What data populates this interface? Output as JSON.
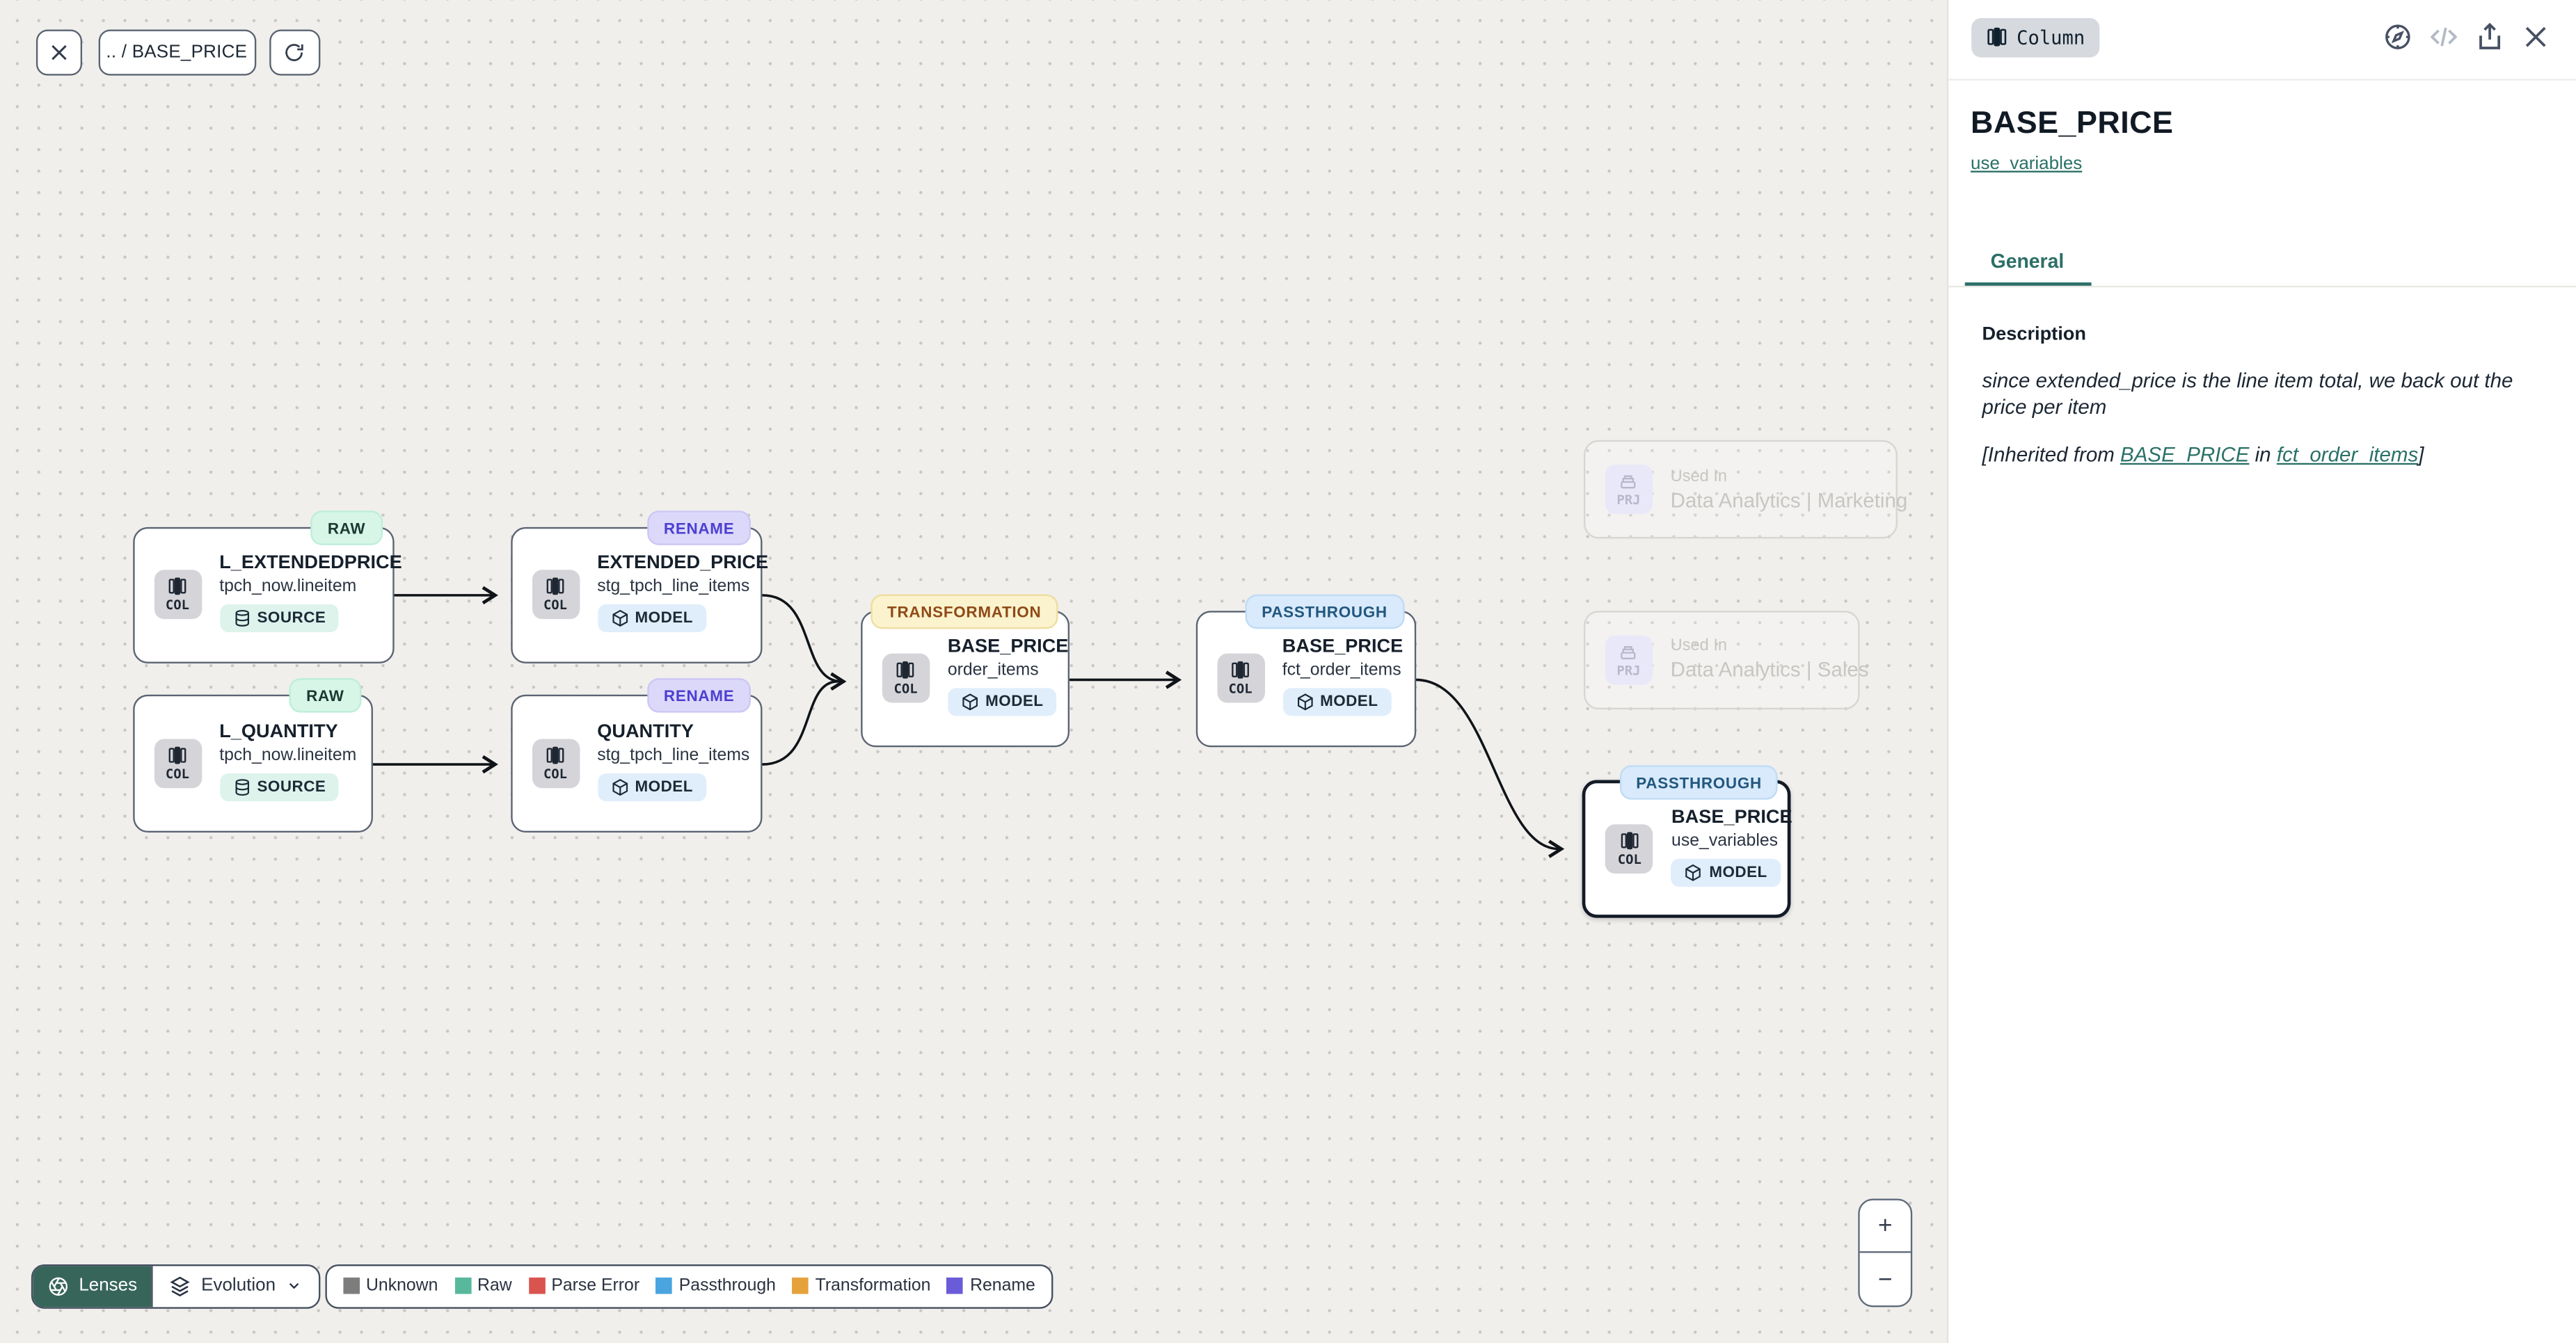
{
  "toolbar": {
    "breadcrumb": ".. / BASE_PRICE"
  },
  "panel": {
    "kind_badge": "Column",
    "title": "BASE_PRICE",
    "subtitle_link": "use_variables",
    "tab_general": "General",
    "description": {
      "label": "Description",
      "text": "since extended_price is the line item total, we back out the price per item",
      "inherited_prefix": "[Inherited from ",
      "inherited_link1": "BASE_PRICE",
      "inherited_mid": " in ",
      "inherited_link2": "fct_order_items",
      "inherited_suffix": "]"
    }
  },
  "nodes": [
    {
      "kind": "COL",
      "tag": "RAW",
      "title": "L_EXTENDEDPRICE",
      "subtitle": "tpch_now.lineitem",
      "badge": "SOURCE"
    },
    {
      "kind": "COL",
      "tag": "RENAME",
      "title": "EXTENDED_PRICE",
      "subtitle": "stg_tpch_line_items",
      "badge": "MODEL"
    },
    {
      "kind": "COL",
      "tag": "RAW",
      "title": "L_QUANTITY",
      "subtitle": "tpch_now.lineitem",
      "badge": "SOURCE"
    },
    {
      "kind": "COL",
      "tag": "RENAME",
      "title": "QUANTITY",
      "subtitle": "stg_tpch_line_items",
      "badge": "MODEL"
    },
    {
      "kind": "COL",
      "tag": "TRANSFORMATION",
      "title": "BASE_PRICE",
      "subtitle": "order_items",
      "badge": "MODEL"
    },
    {
      "kind": "COL",
      "tag": "PASSTHROUGH",
      "title": "BASE_PRICE",
      "subtitle": "fct_order_items",
      "badge": "MODEL"
    },
    {
      "kind": "COL",
      "tag": "PASSTHROUGH",
      "title": "BASE_PRICE",
      "subtitle": "use_variables",
      "badge": "MODEL"
    }
  ],
  "ghosts": [
    {
      "kind": "PRJ",
      "label": "Used In",
      "name": "Data Analytics | Marketing"
    },
    {
      "kind": "PRJ",
      "label": "Used In",
      "name": "Data Analytics | Sales"
    }
  ],
  "lenses": {
    "label": "Lenses",
    "selected": "Evolution"
  },
  "legend": {
    "items": [
      {
        "label": "Unknown",
        "color": "#7d7d7d"
      },
      {
        "label": "Raw",
        "color": "#57b89c"
      },
      {
        "label": "Parse Error",
        "color": "#d9534f"
      },
      {
        "label": "Passthrough",
        "color": "#49a4e0"
      },
      {
        "label": "Transformation",
        "color": "#e5a23c"
      },
      {
        "label": "Rename",
        "color": "#6a5cd8"
      }
    ]
  },
  "zoom_controls": {
    "zoom_in": "+",
    "zoom_out": "−"
  }
}
